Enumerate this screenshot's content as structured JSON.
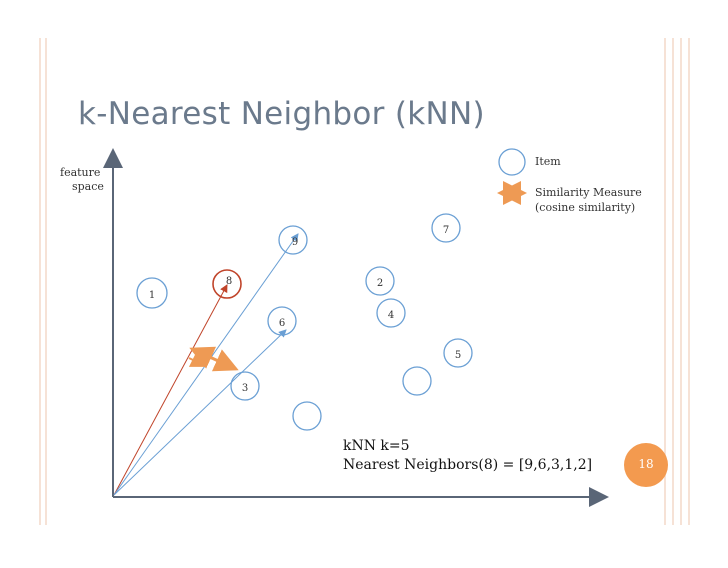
{
  "title": "k-Nearest Neighbor (kNN)",
  "axis_label_line1": "feature",
  "axis_label_line2": "space",
  "legend": {
    "item_label": "Item",
    "similarity_label": "Similarity Measure",
    "similarity_sub": "(cosine similarity)"
  },
  "items": [
    "1",
    "2",
    "3",
    "4",
    "5",
    "6",
    "7",
    "8",
    "9",
    "",
    ""
  ],
  "info": {
    "line1": "kNN  k=5",
    "line2": "Nearest Neighbors(8) = [9,6,3,1,2]"
  },
  "page_number": "18",
  "colors": {
    "title": "#6b7a8c",
    "border_lines": "#f3d9c8",
    "circle": "#6a9fd4",
    "target_circle": "#c0442a",
    "red_vector": "#c0442a",
    "blue_vector": "#6a9fd4",
    "similarity_arrow": "#ee9a54",
    "axis": "#5a6677",
    "page_badge": "#f39a4f"
  }
}
